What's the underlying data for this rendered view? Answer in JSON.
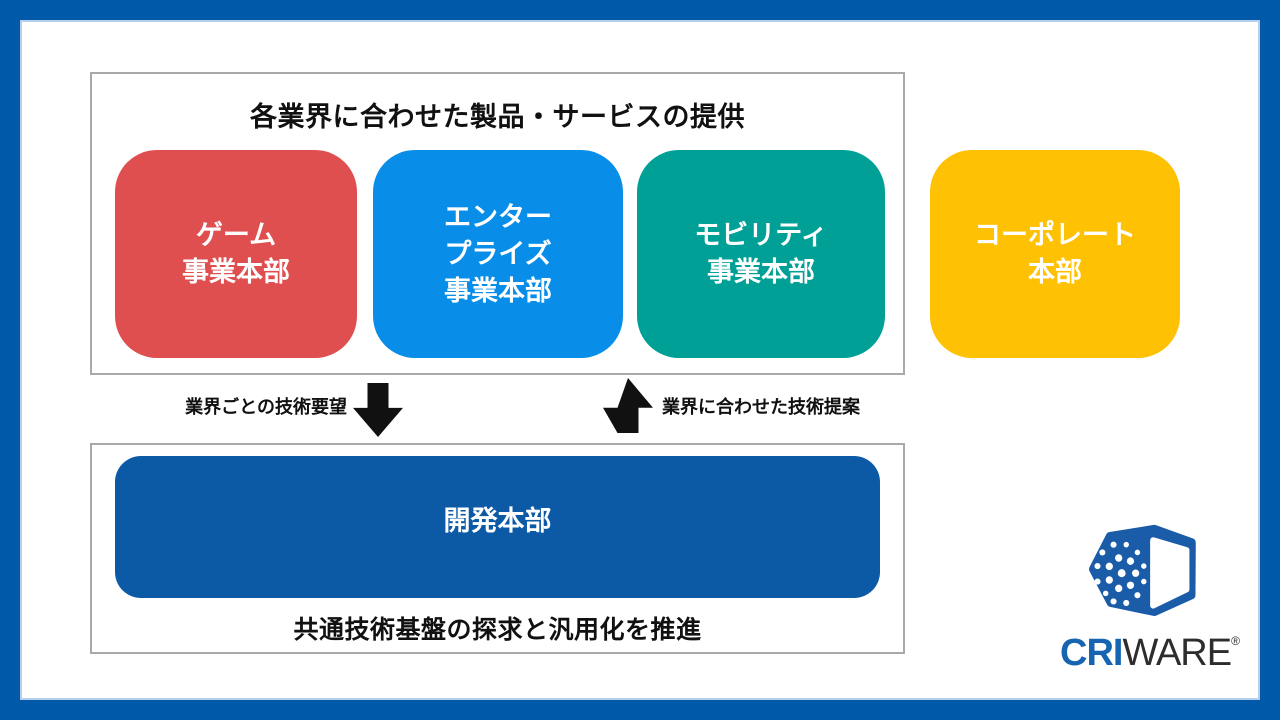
{
  "slide": {
    "top_panel": {
      "title": "各業界に合わせた製品・サービスの提供",
      "divisions": [
        {
          "name": "game",
          "lines": [
            "ゲーム",
            "事業本部"
          ],
          "color": "#E04F50"
        },
        {
          "name": "enterprise",
          "lines": [
            "エンター",
            "プライズ",
            "事業本部"
          ],
          "color": "#088EE8"
        },
        {
          "name": "mobility",
          "lines": [
            "モビリティ",
            "事業本部"
          ],
          "color": "#00A096"
        }
      ]
    },
    "corporate": {
      "lines": [
        "コーポレート",
        "本部"
      ],
      "color": "#FFC103"
    },
    "flows": {
      "request_label": "業界ごとの技術要望",
      "proposal_label": "業界に合わせた技術提案"
    },
    "bottom_panel": {
      "division": {
        "label": "開発本部",
        "color": "#0C5AA6"
      },
      "caption": "共通技術基盤の探求と汎用化を推進"
    },
    "logo": {
      "prefix": "CRI",
      "suffix": "WARE",
      "registered": "®"
    }
  },
  "colors": {
    "frame": "#0059A9",
    "frame_inner_line": "#B5D0E9",
    "panel_border": "#A9A9A9",
    "arrow": "#111111",
    "logo_blue": "#1A5CA8",
    "logo_text_blue": "#1765B0",
    "logo_text_dark": "#2D2D2D"
  }
}
